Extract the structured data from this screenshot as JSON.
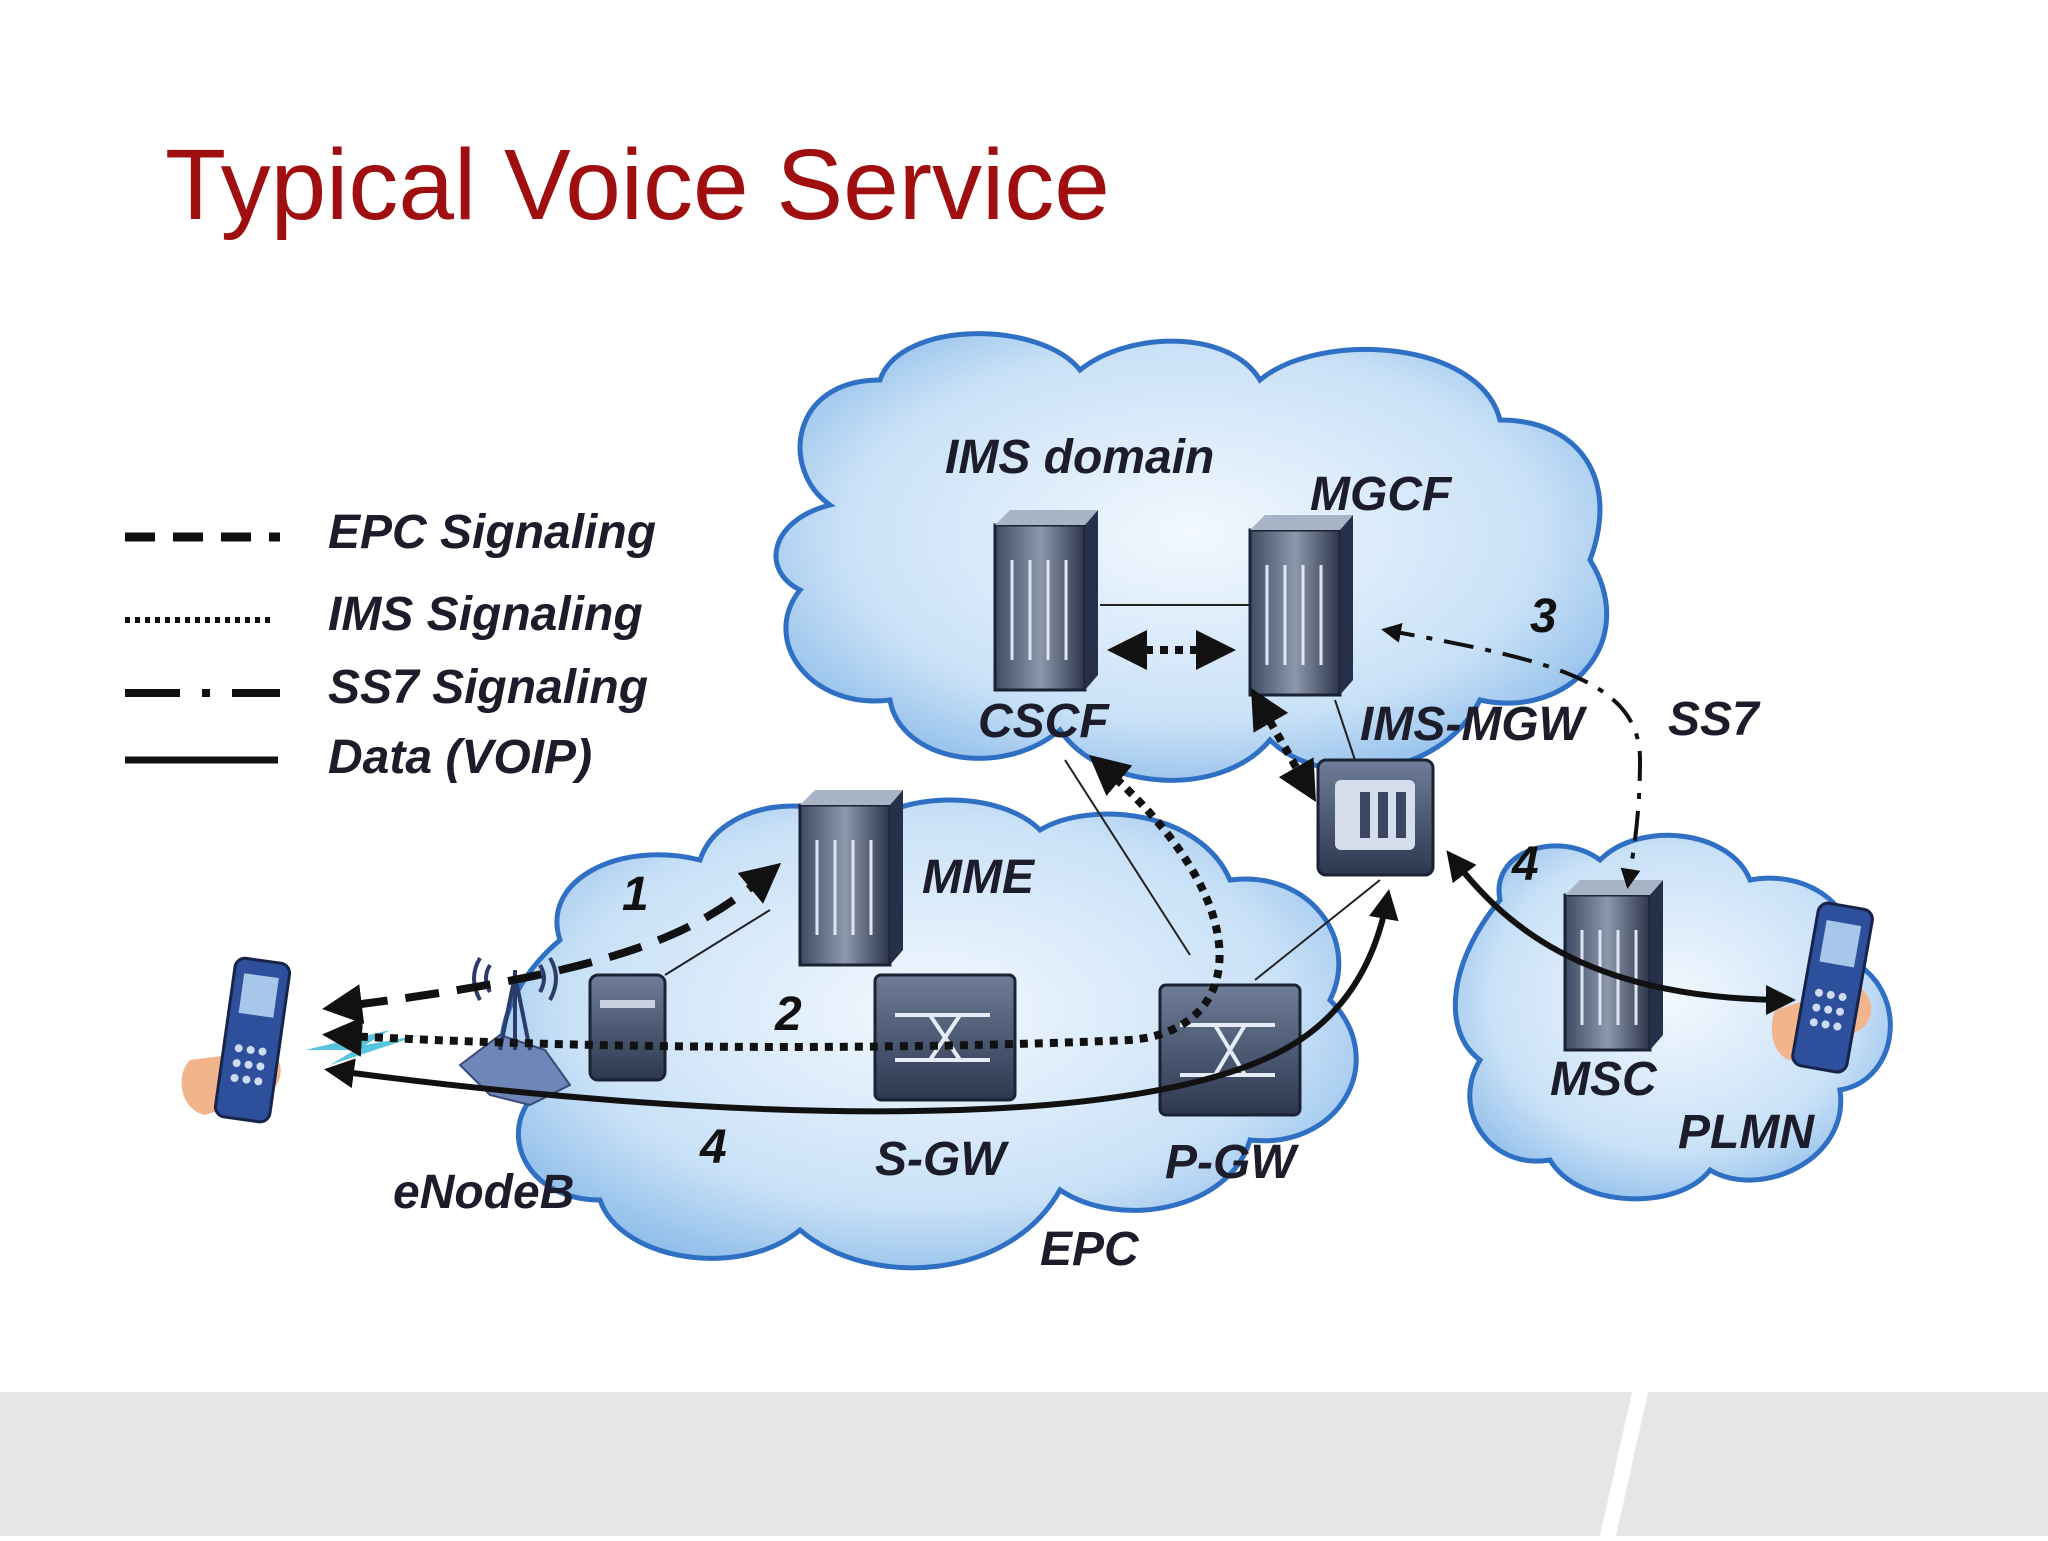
{
  "title": "Typical Voice Service",
  "legend": [
    {
      "label": "EPC Signaling",
      "style": "dashed"
    },
    {
      "label": "IMS Signaling",
      "style": "dotted"
    },
    {
      "label": "SS7 Signaling",
      "style": "dash-dot"
    },
    {
      "label": "Data (VOIP)",
      "style": "solid"
    }
  ],
  "domains": {
    "ims": "IMS domain",
    "epc": "EPC",
    "plmn": "PLMN"
  },
  "nodes": {
    "mgcf": "MGCF",
    "cscf": "CSCF",
    "ims_mgw": "IMS-MGW",
    "ss7": "SS7",
    "mme": "MME",
    "sgw": "S-GW",
    "pgw": "P-GW",
    "msc": "MSC",
    "enodeb": "eNodeB"
  },
  "steps": {
    "s1": "1",
    "s2": "2",
    "s3": "3",
    "s4a": "4",
    "s4b": "4"
  },
  "colors": {
    "title": "#a00f10",
    "cloud": "#c8e0f6",
    "cloud_edge": "#2f6fc4",
    "footer": "#e6e6e8"
  }
}
